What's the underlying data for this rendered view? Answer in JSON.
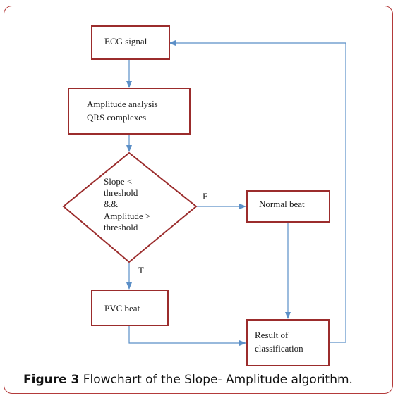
{
  "nodes": {
    "ecg_signal": [
      "ECG signal"
    ],
    "amplitude_analysis": [
      "Amplitude analysis",
      "QRS complexes"
    ],
    "decision": [
      "Slope <",
      "threshold",
      "&&",
      "Amplitude >",
      "threshold"
    ],
    "normal_beat": [
      "Normal beat"
    ],
    "pvc_beat": [
      "PVC beat"
    ],
    "result": [
      "Result of",
      "classification"
    ]
  },
  "edge_labels": {
    "false_branch": "F",
    "true_branch": "T"
  },
  "caption": {
    "label": "Figure 3",
    "text": " Flowchart of the Slope- Amplitude algorithm."
  },
  "colors": {
    "box_border": "#9b2c2c",
    "arrow": "#5b8fc7",
    "frame": "#b33a3a"
  }
}
